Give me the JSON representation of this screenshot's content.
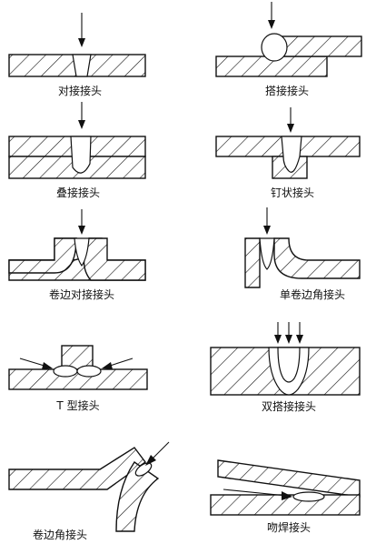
{
  "colors": {
    "line": "#111111",
    "background": "#ffffff"
  },
  "captions": {
    "butt": "对接接头",
    "lap": "搭接接头",
    "stack": "叠接接头",
    "nail": "钉状接头",
    "flange_butt": "卷边对接接头",
    "single_flange_corner": "单卷边角接头",
    "t_joint": "T 型接头",
    "double_lap": "双搭接接头",
    "flange_corner": "卷边角接头",
    "kiss_weld": "吻焊接头"
  }
}
